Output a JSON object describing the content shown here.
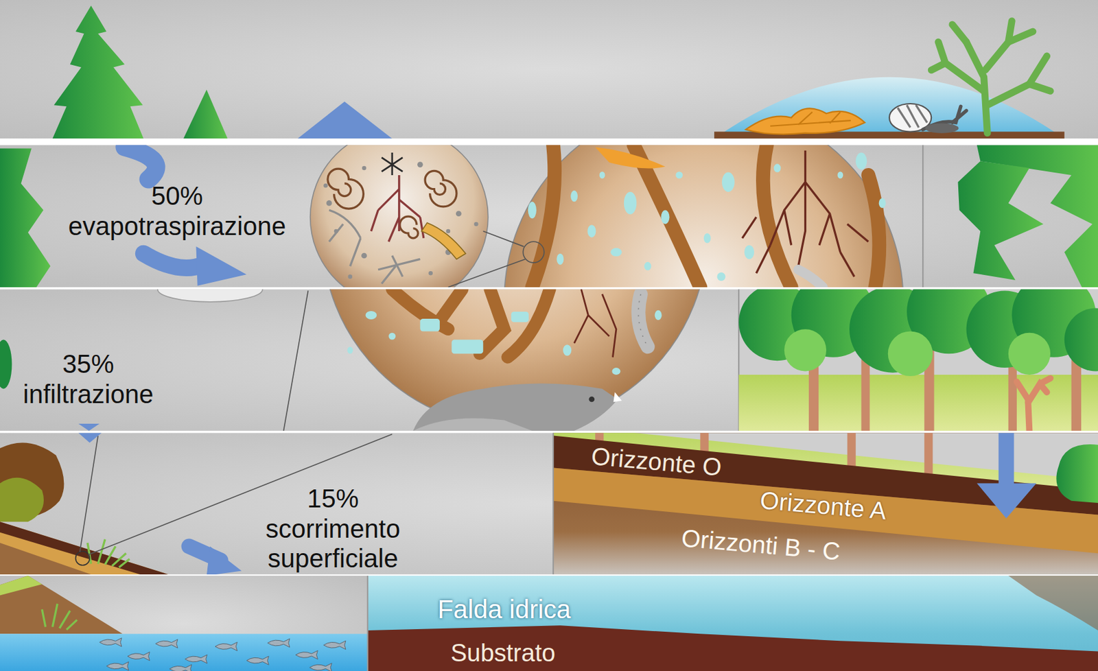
{
  "diagram": {
    "labels": [
      "50% evapotraspirazione",
      "35% infiltrazione",
      "15% scorrimento superficiale",
      "Orizzonte O",
      "Orizzonte A",
      "Orizzonti B - C",
      "Falda idrica",
      "Substrato"
    ]
  }
}
